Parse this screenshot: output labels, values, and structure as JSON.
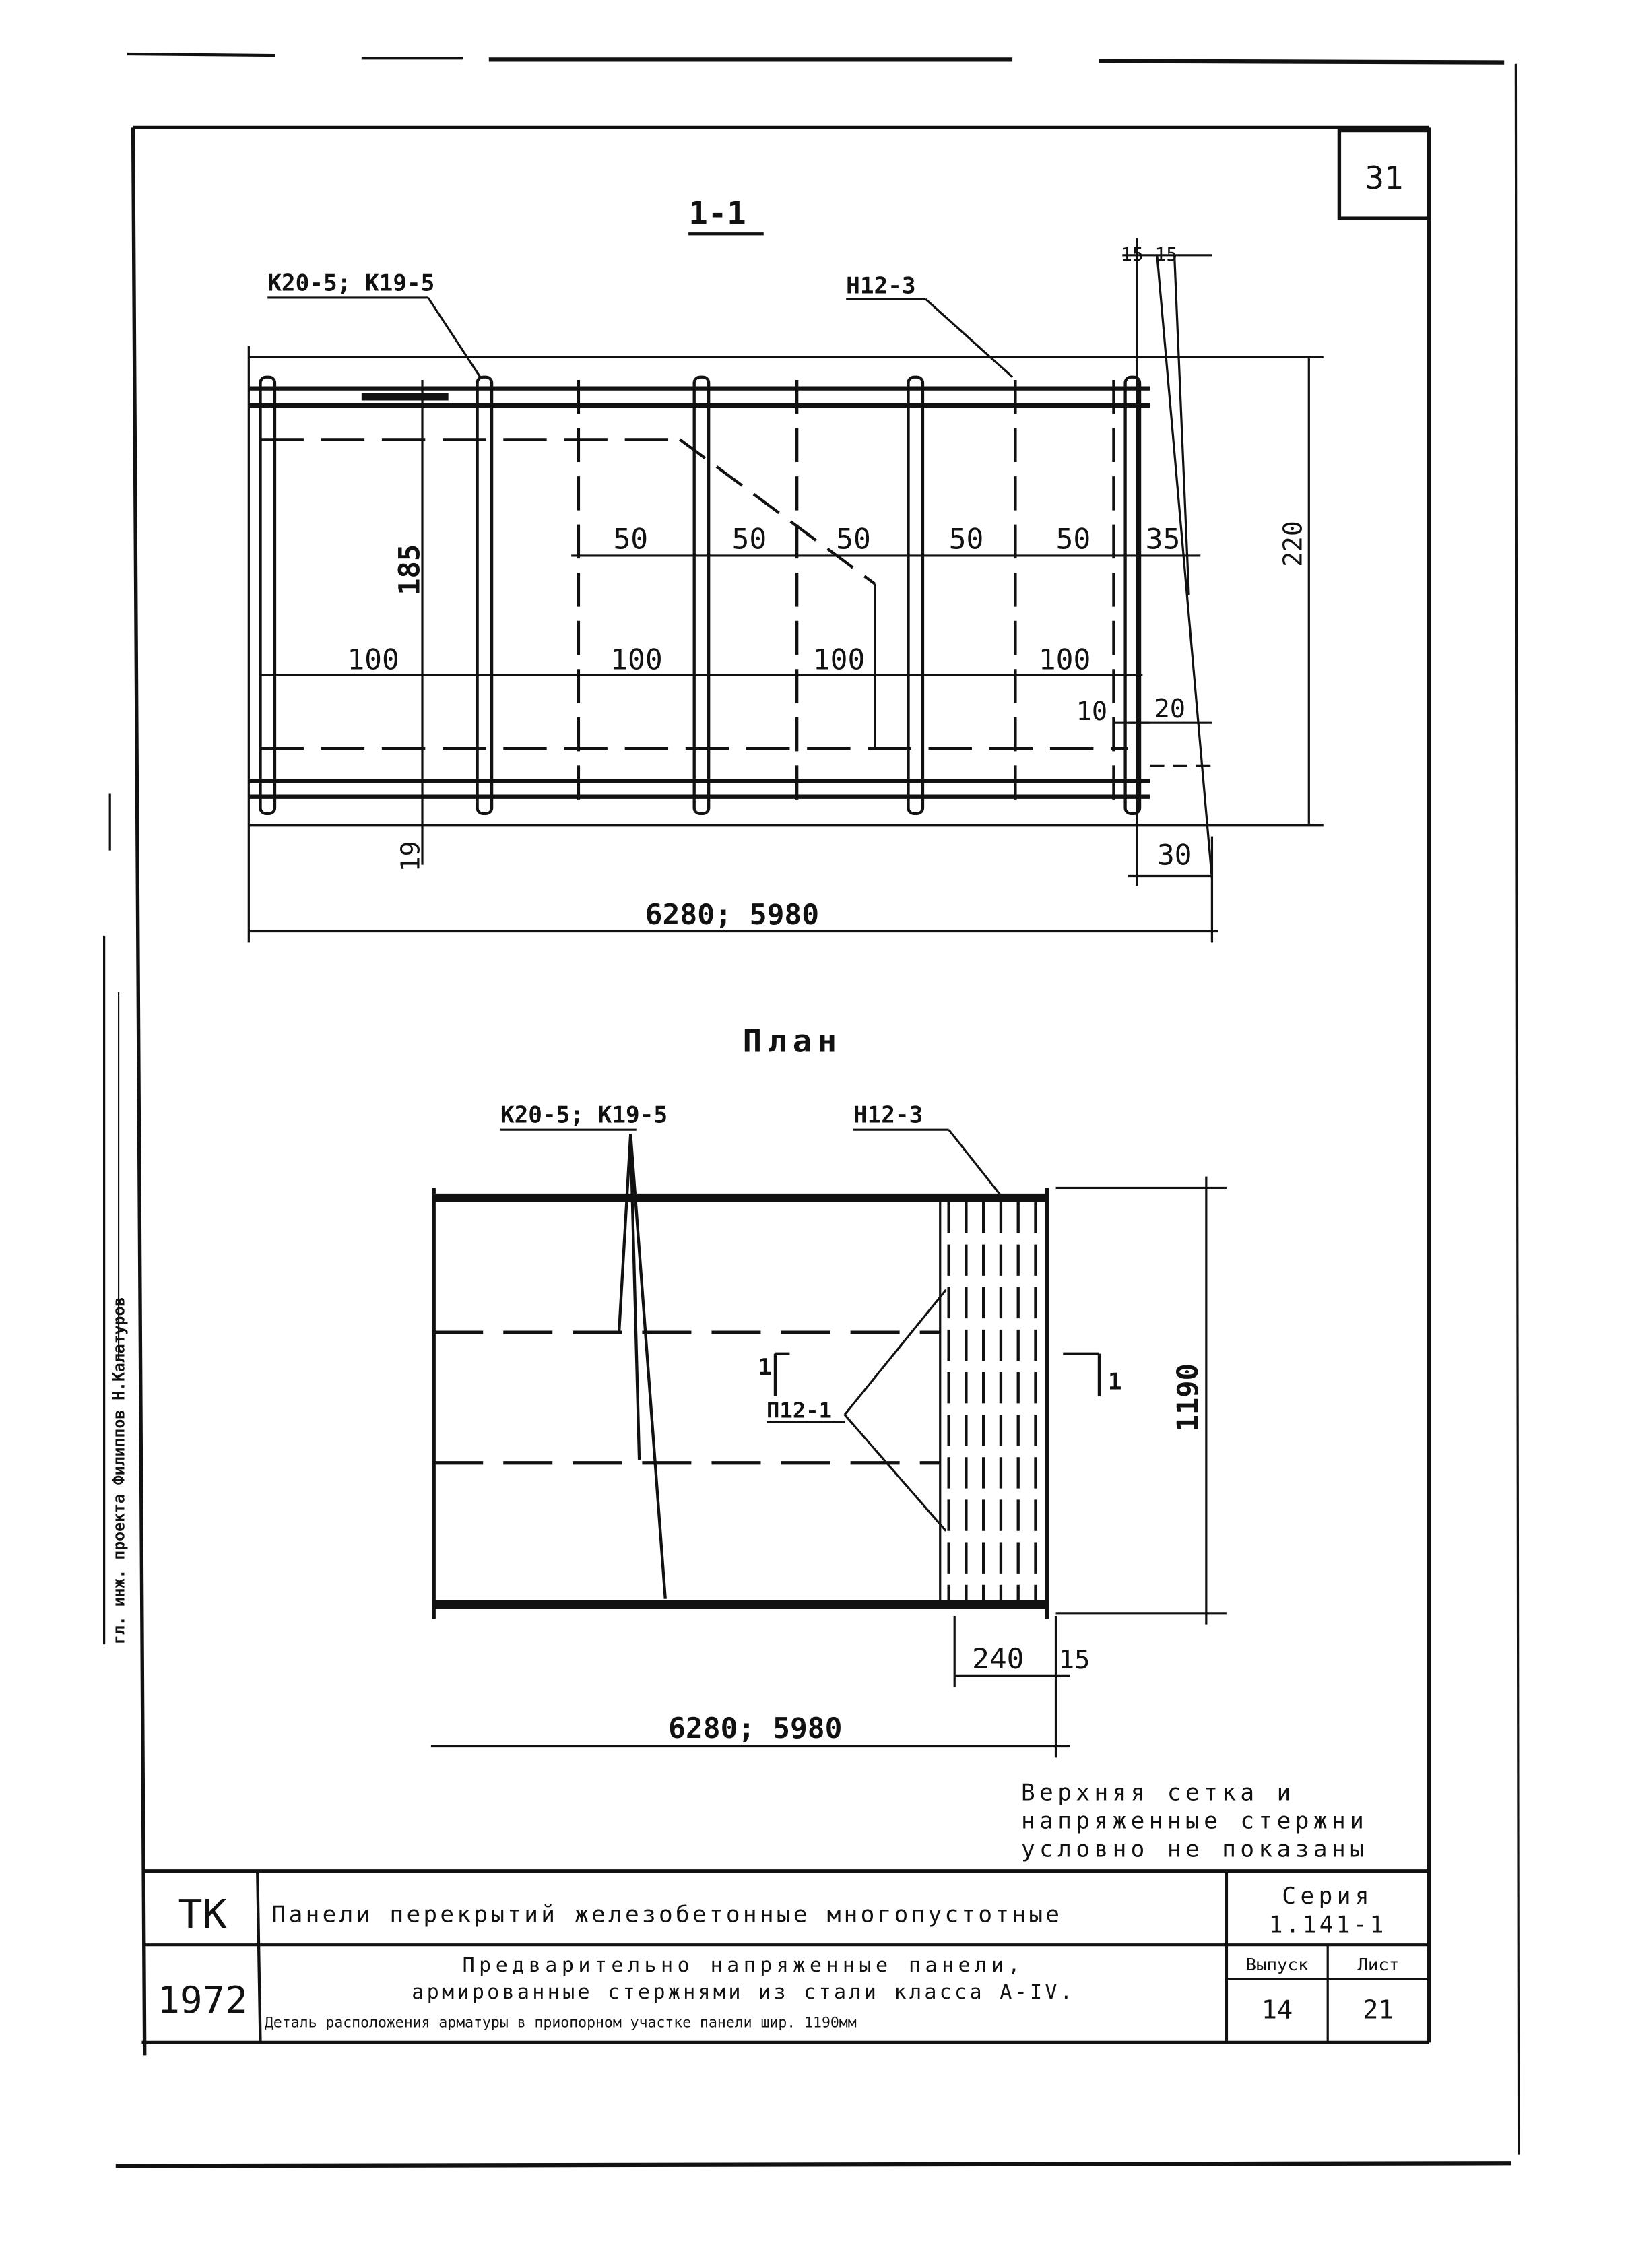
{
  "sheet_number": "31",
  "section": {
    "title": "1-1",
    "callout_left": "К20-5; К19-5",
    "callout_right": "Н12-3",
    "dims": {
      "top_pair": "15 15",
      "spacing_50": [
        "50",
        "50",
        "50",
        "50",
        "50"
      ],
      "spacing_35": "35",
      "spacing_100": [
        "100",
        "100",
        "100",
        "100"
      ],
      "vertical_185": "185",
      "height_220": "220",
      "dim_10": "10",
      "dim_20": "20",
      "dim_30": "30",
      "dim_19": "19",
      "total_length": "6280; 5980"
    }
  },
  "plan": {
    "title": "План",
    "callout_left": "К20-5; К19-5",
    "callout_right": "Н12-3",
    "section_mark": "1",
    "section_mark_right": "1",
    "callout_mid": "П12-1",
    "width_1190": "1190",
    "dim_240": "240",
    "dim_15": "15",
    "total_length": "6280; 5980"
  },
  "note": [
    "Верхняя сетка и",
    "напряженные стержни",
    "условно не показаны"
  ],
  "side_stamp": "гл. инж. проекта Филиппов Н.Калатуров",
  "title_block": {
    "org": "ТК",
    "year": "1972",
    "title": "Панели перекрытий железобетонные многопустотные",
    "series_label": "Серия",
    "series_value": "1.141-1",
    "subtitle_1": "Предварительно напряженные панели,",
    "subtitle_2": "армированные стержнями из стали класса А-IV.",
    "subtitle_3": "Деталь расположения арматуры в приопорном участке панели шир. 1190мм",
    "issue_label": "Выпуск",
    "issue_value": "14",
    "sheet_label": "Лист",
    "sheet_value": "21"
  }
}
